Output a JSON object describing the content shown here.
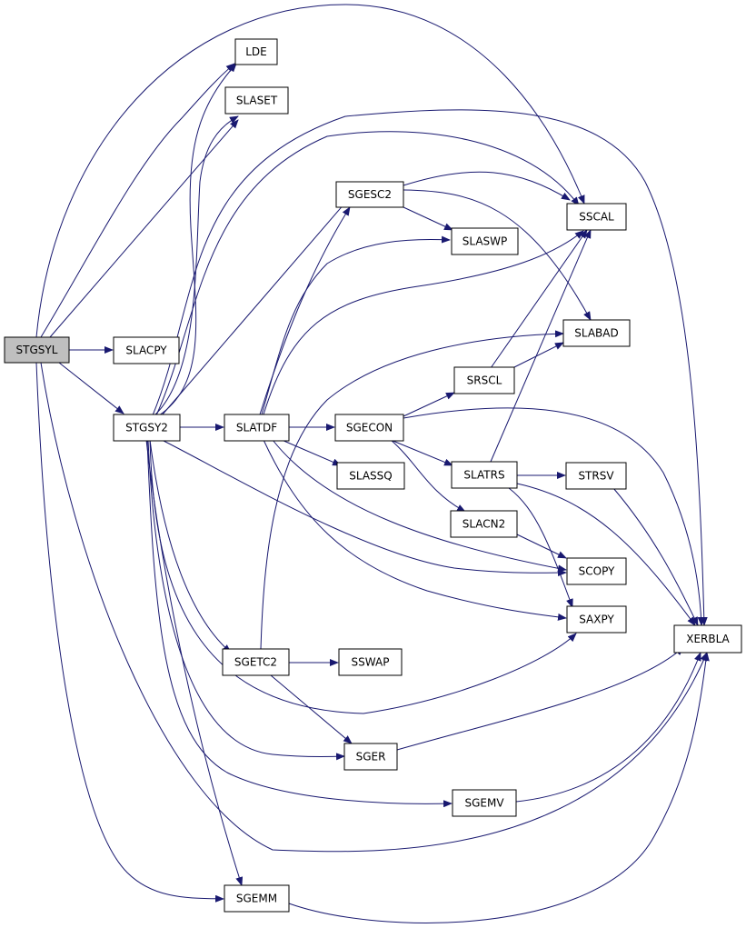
{
  "graph": {
    "edge_color": "#191970",
    "root_fill": "#bfbfbf",
    "nodes": {
      "STGSYL": {
        "label": "STGSYL",
        "root": true
      },
      "LDE": {
        "label": "LDE"
      },
      "SLASET": {
        "label": "SLASET"
      },
      "SLACPY": {
        "label": "SLACPY"
      },
      "STGSY2": {
        "label": "STGSY2"
      },
      "SGESC2": {
        "label": "SGESC2"
      },
      "SSCAL": {
        "label": "SSCAL"
      },
      "SLASWP": {
        "label": "SLASWP"
      },
      "SLABAD": {
        "label": "SLABAD"
      },
      "SRSCL": {
        "label": "SRSCL"
      },
      "SLATDF": {
        "label": "SLATDF"
      },
      "SGECON": {
        "label": "SGECON"
      },
      "SLASSQ": {
        "label": "SLASSQ"
      },
      "SLATRS": {
        "label": "SLATRS"
      },
      "STRSV": {
        "label": "STRSV"
      },
      "SLACN2": {
        "label": "SLACN2"
      },
      "SCOPY": {
        "label": "SCOPY"
      },
      "SAXPY": {
        "label": "SAXPY"
      },
      "XERBLA": {
        "label": "XERBLA"
      },
      "SGETC2": {
        "label": "SGETC2"
      },
      "SSWAP": {
        "label": "SSWAP"
      },
      "SGER": {
        "label": "SGER"
      },
      "SGEMV": {
        "label": "SGEMV"
      },
      "SGEMM": {
        "label": "SGEMM"
      }
    },
    "edges": [
      [
        "STGSYL",
        "LDE"
      ],
      [
        "STGSYL",
        "SLASET"
      ],
      [
        "STGSYL",
        "SSCAL"
      ],
      [
        "STGSYL",
        "SLACPY"
      ],
      [
        "STGSYL",
        "STGSY2"
      ],
      [
        "STGSYL",
        "XERBLA"
      ],
      [
        "STGSYL",
        "SGEMM"
      ],
      [
        "STGSY2",
        "LDE"
      ],
      [
        "STGSY2",
        "SLASET"
      ],
      [
        "STGSY2",
        "SSCAL"
      ],
      [
        "STGSY2",
        "XERBLA"
      ],
      [
        "STGSY2",
        "SGESC2"
      ],
      [
        "STGSY2",
        "SLATDF"
      ],
      [
        "STGSY2",
        "SCOPY"
      ],
      [
        "STGSY2",
        "SAXPY"
      ],
      [
        "STGSY2",
        "SGETC2"
      ],
      [
        "STGSY2",
        "SGER"
      ],
      [
        "STGSY2",
        "SGEMV"
      ],
      [
        "STGSY2",
        "SGEMM"
      ],
      [
        "SGESC2",
        "SSCAL"
      ],
      [
        "SGESC2",
        "SLASWP"
      ],
      [
        "SGESC2",
        "SLABAD"
      ],
      [
        "SLATDF",
        "SGESC2"
      ],
      [
        "SLATDF",
        "SLASWP"
      ],
      [
        "SLATDF",
        "SSCAL"
      ],
      [
        "SLATDF",
        "SGECON"
      ],
      [
        "SLATDF",
        "SLASSQ"
      ],
      [
        "SLATDF",
        "SCOPY"
      ],
      [
        "SLATDF",
        "SAXPY"
      ],
      [
        "SGECON",
        "SRSCL"
      ],
      [
        "SGECON",
        "XERBLA"
      ],
      [
        "SGECON",
        "SLATRS"
      ],
      [
        "SGECON",
        "SLACN2"
      ],
      [
        "SRSCL",
        "SSCAL"
      ],
      [
        "SRSCL",
        "SLABAD"
      ],
      [
        "SLATRS",
        "SSCAL"
      ],
      [
        "SLATRS",
        "STRSV"
      ],
      [
        "SLATRS",
        "XERBLA"
      ],
      [
        "SLATRS",
        "SAXPY"
      ],
      [
        "SLACN2",
        "SCOPY"
      ],
      [
        "STRSV",
        "XERBLA"
      ],
      [
        "SGETC2",
        "SLABAD"
      ],
      [
        "SGETC2",
        "SSWAP"
      ],
      [
        "SGETC2",
        "SGER"
      ],
      [
        "SGER",
        "XERBLA"
      ],
      [
        "SGEMV",
        "XERBLA"
      ],
      [
        "SGEMM",
        "XERBLA"
      ]
    ]
  }
}
